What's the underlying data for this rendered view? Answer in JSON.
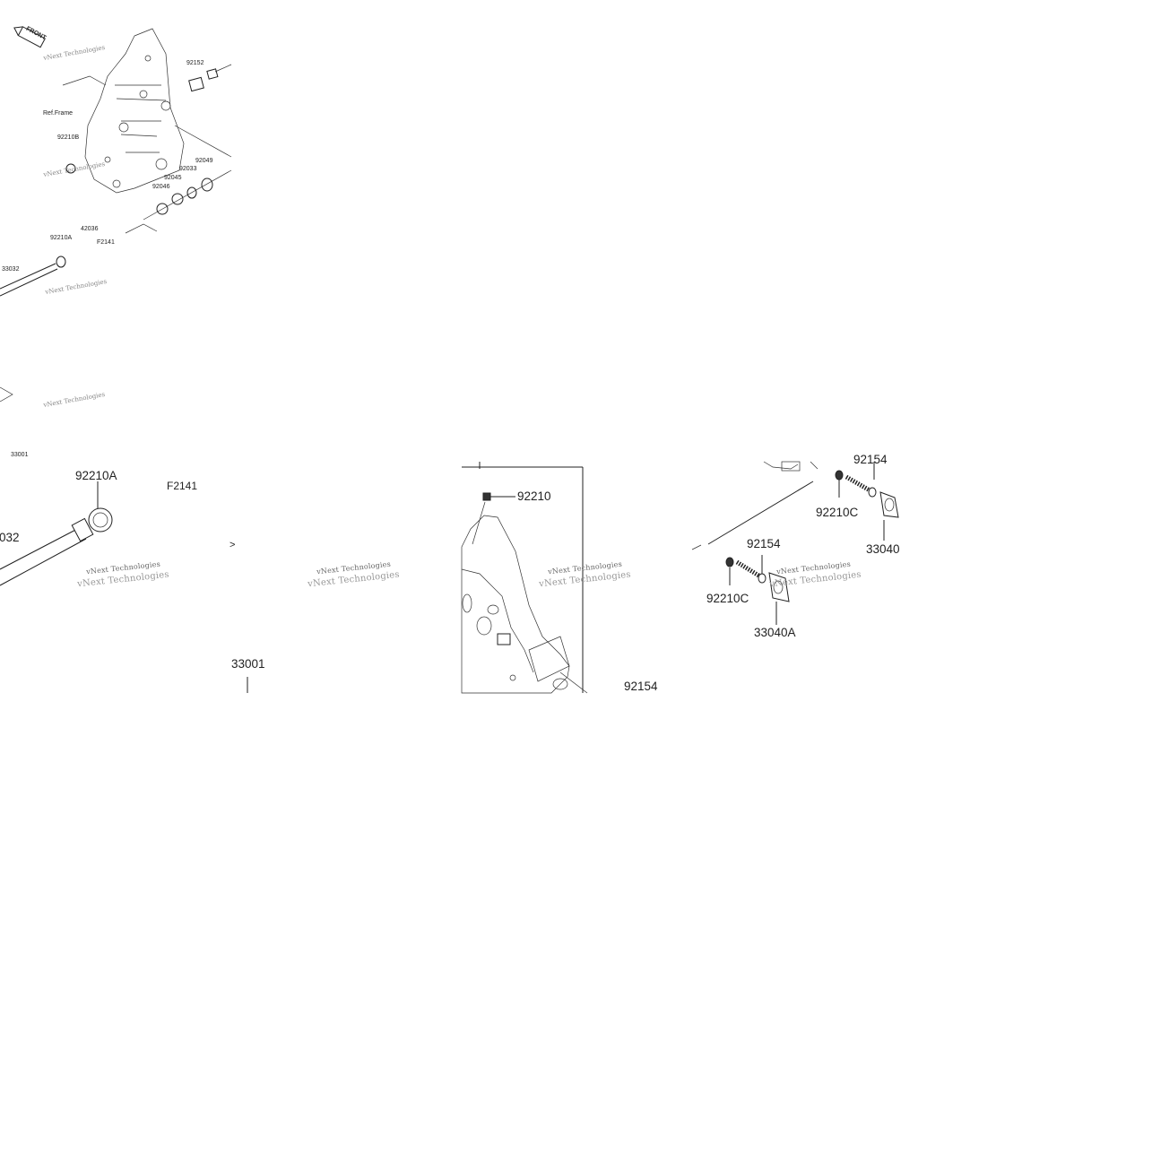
{
  "thumbnail": {
    "front_badge": "FRONT",
    "ref_frame": "Ref.Frame",
    "labels": [
      "92152",
      "92210B",
      "92049",
      "92033",
      "92045",
      "92046",
      "42036",
      "F2141",
      "92210A",
      "33032",
      "33001"
    ],
    "watermark": "vNext Technologies"
  },
  "left_panel": {
    "labels": {
      "p92210A": "92210A",
      "f2141": "F2141",
      "p33032": "032",
      "p33001": "33001"
    },
    "arrow_glyph": ">",
    "watermark": "vNext Technologies"
  },
  "mid_panel": {
    "labels": {
      "p92210": "92210",
      "p92154": "92154"
    },
    "watermark": "vNext Technologies"
  },
  "right_panel": {
    "labels": {
      "p92210C_top": "92210C",
      "p33040": "33040",
      "p92154": "92154",
      "p92210C_bottom": "92210C",
      "p33040A": "33040A",
      "p_top_cut": "92154"
    },
    "watermark": "vNext Technologies"
  },
  "colors": {
    "line": "#222222",
    "watermark": "#666666",
    "background": "#ffffff"
  }
}
